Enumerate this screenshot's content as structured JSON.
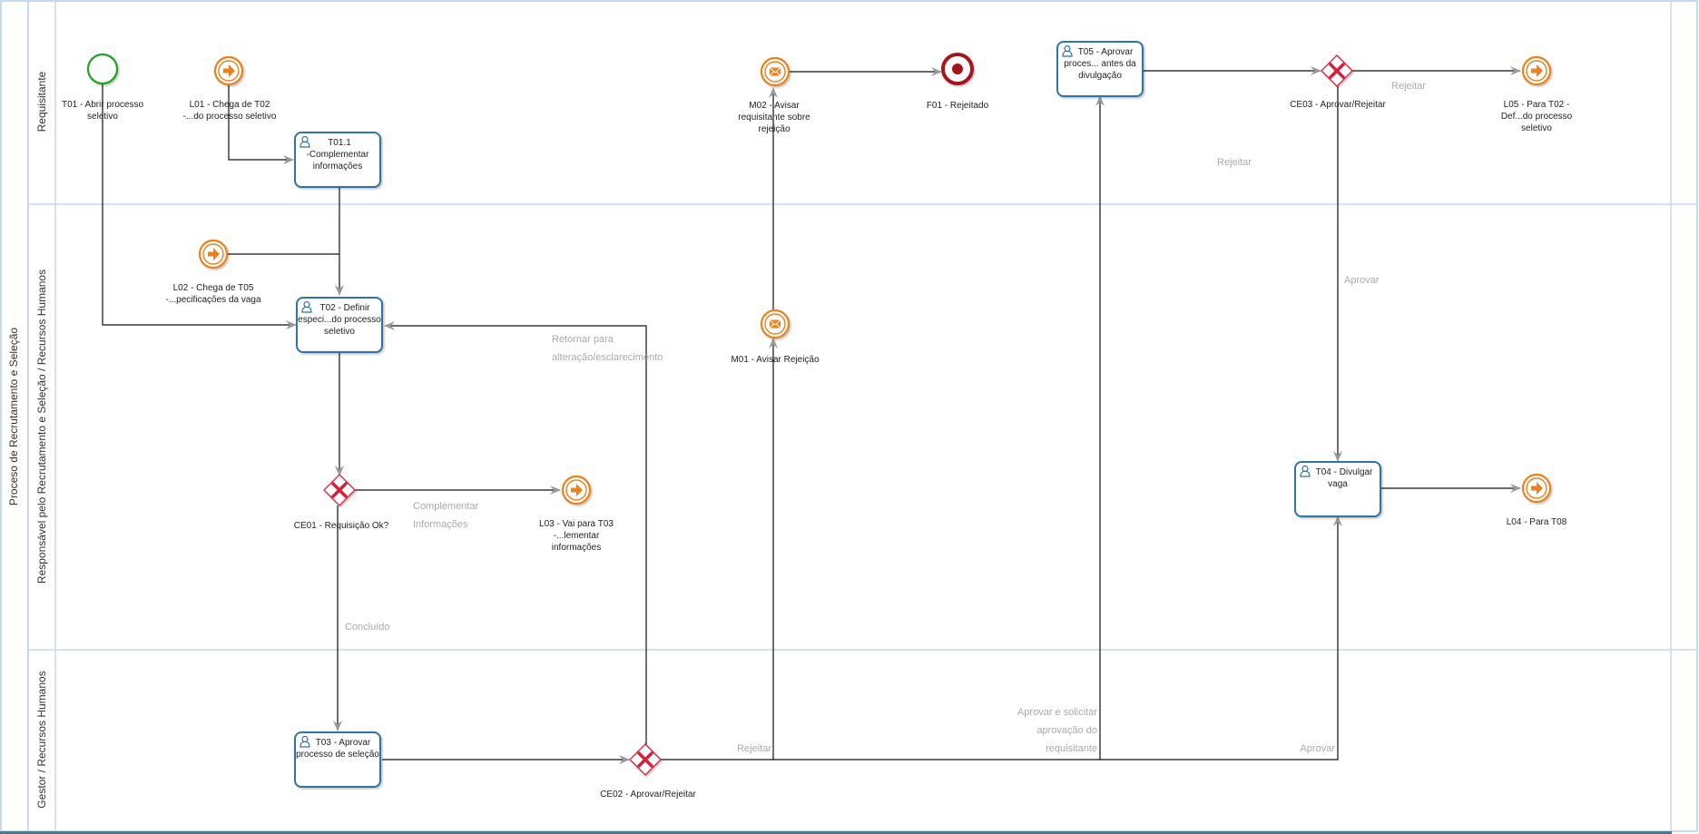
{
  "pool": {
    "title": "Proceso de Recrutamento e Seleção",
    "lanes": [
      {
        "id": "lane-requisitante",
        "label": "Requisitante"
      },
      {
        "id": "lane-rs",
        "label": "Responsável pelo Recrutamento e Seleção / Recursos Humanos"
      },
      {
        "id": "lane-gestor",
        "label": "Gestor / Recursos Humanos"
      }
    ]
  },
  "colors": {
    "lane_border": "#c6d9f1",
    "task_border": "#2e74a6",
    "task_icon": "#2e74a6",
    "start_event": "#22a122",
    "link_event": "#e8821e",
    "end_event": "#a3141b",
    "gateway": "#d6203a",
    "flow": "#111111",
    "arrowhead": "#999999",
    "flow_label": "#aaaaaa",
    "bottom_bar": "#4a7a92"
  },
  "events": [
    {
      "id": "T01",
      "type": "start",
      "label": [
        "T01 - Abrir processo",
        "seletivo"
      ]
    },
    {
      "id": "L01",
      "type": "link",
      "label": [
        "L01 - Chega de T02",
        "-...do processo seletivo"
      ]
    },
    {
      "id": "L02",
      "type": "link",
      "label": [
        "L02 - Chega de T05",
        "-...pecificações da vaga"
      ]
    },
    {
      "id": "L03",
      "type": "link",
      "label": [
        "L03 - Vai para T03",
        "-...lementar",
        "informações"
      ]
    },
    {
      "id": "M01",
      "type": "message",
      "label": [
        "M01 - Avisar Rejeição"
      ]
    },
    {
      "id": "M02",
      "type": "message",
      "label": [
        "M02 - Avisar",
        "requisitante sobre",
        "rejeição"
      ]
    },
    {
      "id": "F01",
      "type": "end",
      "label": [
        "F01 - Rejeitado"
      ]
    },
    {
      "id": "L05",
      "type": "link",
      "label": [
        "L05 - Para T02 -",
        "Def...do processo",
        "seletivo"
      ]
    },
    {
      "id": "L04",
      "type": "link",
      "label": [
        "L04 - Para T08"
      ]
    }
  ],
  "tasks": [
    {
      "id": "T01.1",
      "label": [
        "T01.1",
        "-Complementar",
        "informações"
      ]
    },
    {
      "id": "T02",
      "label": [
        "T02 - Definir",
        "especi...do processo",
        "seletivo"
      ]
    },
    {
      "id": "T03",
      "label": [
        "T03 - Aprovar",
        "processo de seleção"
      ]
    },
    {
      "id": "T05",
      "label": [
        "T05 - Aprovar",
        "proces... antes da",
        "divulgação"
      ]
    },
    {
      "id": "T04",
      "label": [
        "T04 - Divulgar",
        "vaga"
      ]
    }
  ],
  "gateways": [
    {
      "id": "CE01",
      "label": "CE01 - Requisição Ok?"
    },
    {
      "id": "CE02",
      "label": "CE02 - Aprovar/Rejeitar"
    },
    {
      "id": "CE03",
      "label": "CE03 - Aprovar/Rejeitar"
    }
  ],
  "flow_labels": {
    "complementar": [
      "Complementar",
      "Informações"
    ],
    "concluido": [
      "Concluído"
    ],
    "retornar": [
      "Retornar para",
      "alteração/esclarecimento"
    ],
    "rejeitar_ce02": [
      "Rejeitar"
    ],
    "aprovar_solicitar": [
      "Aprovar e solicitar",
      "aprovação do",
      "requisitante"
    ],
    "aprovar_ce02": [
      "Aprovar"
    ],
    "rejeitar_ce03_right": [
      "Rejeitar"
    ],
    "rejeitar_ce03_below": [
      "Rejeitar"
    ],
    "aprovar_ce03": [
      "Aprovar"
    ]
  }
}
